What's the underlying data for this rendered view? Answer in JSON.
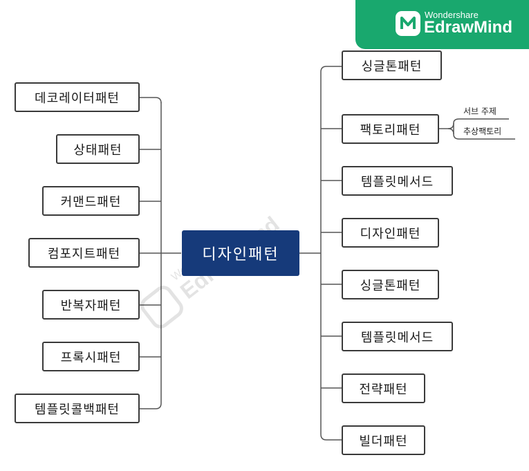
{
  "central": {
    "label": "디자인패턴"
  },
  "left_nodes": [
    "데코레이터패턴",
    "상태패턴",
    "커맨드패턴",
    "컴포지트패턴",
    "반복자패턴",
    "프록시패턴",
    "템플릿콜백패턴"
  ],
  "right_nodes": [
    "싱글톤패턴",
    "팩토리패턴",
    "템플릿메서드",
    "디자인패턴",
    "싱글톤패턴",
    "템플릿메서드",
    "전략패턴",
    "빌더패턴"
  ],
  "sub_nodes": [
    "서브 주제",
    "추상팩토리"
  ],
  "brand": {
    "small": "Wondershare",
    "big": "EdrawMind"
  },
  "watermark": {
    "small": "Wondershare",
    "big": "EdrawMind"
  },
  "colors": {
    "central": "#163a7a",
    "brand": "#19a86e",
    "border": "#3a3a3a"
  },
  "icons": {
    "brand_logo": "edrawmind-logo-icon",
    "watermark_logo": "edrawmind-logo-icon"
  }
}
